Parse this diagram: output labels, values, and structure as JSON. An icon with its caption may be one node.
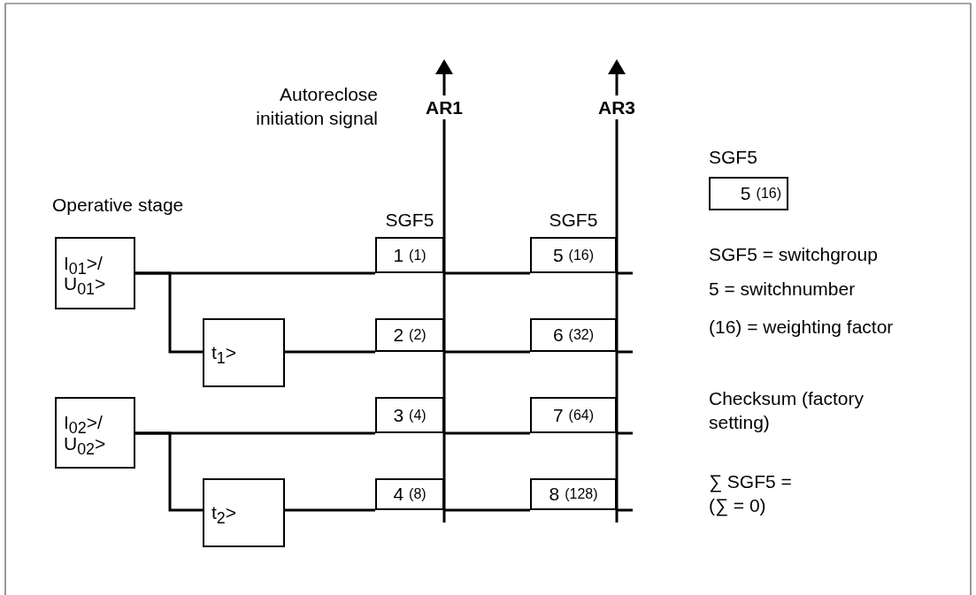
{
  "diagram": {
    "nodes": [
      {
        "text": [
          "I$_{01}$>/ U$_{01}$>"
        ]
      },
      {
        "text": [
          "1",
          "(1)"
        ]
      },
      {
        "text": [
          "5",
          "(16)"
        ]
      },
      {
        "text": [
          "t$_{1}$>"
        ]
      },
      {
        "text": [
          "2",
          "(2)"
        ]
      },
      {
        "text": [
          "6",
          "(32)"
        ]
      },
      {
        "text": [
          "I$_{02}$>/ U$_{02}$>"
        ]
      },
      {
        "text": [
          "3",
          "(4)"
        ]
      },
      {
        "text": [
          "7",
          "(64)"
        ]
      },
      {
        "text": [
          "t$_{2}$>"
        ]
      },
      {
        "text": [
          "4",
          "(8)"
        ]
      },
      {
        "text": [
          "8",
          "(128)"
        ]
      },
      {
        "text": [
          "5",
          "(16)"
        ]
      }
    ],
    "edges": [
      {
        "from": 0,
        "to": 1,
        "arrow": "none"
      },
      {
        "from": 1,
        "to": 2,
        "arrow": "none"
      },
      {
        "from": 2,
        "to": null,
        "arrow": "none"
      },
      {
        "from": 0,
        "to": 3,
        "arrow": "none"
      },
      {
        "from": 3,
        "to": 4,
        "arrow": "none"
      },
      {
        "from": 4,
        "to": 5,
        "arrow": "none"
      },
      {
        "from": 5,
        "to": null,
        "arrow": "none"
      },
      {
        "from": 6,
        "to": 7,
        "arrow": "none"
      },
      {
        "from": 7,
        "to": 8,
        "arrow": "none"
      },
      {
        "from": 8,
        "to": null,
        "arrow": "none"
      },
      {
        "from": 6,
        "to": 9,
        "arrow": "none"
      },
      {
        "from": 9,
        "to": 10,
        "arrow": "none"
      },
      {
        "from": 10,
        "to": 11,
        "arrow": "none"
      },
      {
        "from": 11,
        "to": null,
        "arrow": "none"
      }
    ],
    "labels": [
      "Autoreclose initiation signal",
      "AR1",
      "AR3",
      "Operative stage",
      "SGF5",
      "SGF5",
      "SGF5",
      "SGF5 = switchgroup",
      "5 = switchnumber",
      "(16) = weighting factor",
      "Checksum (factory setting)",
      "∑ SGF5 =",
      "(∑ = 0)"
    ]
  }
}
